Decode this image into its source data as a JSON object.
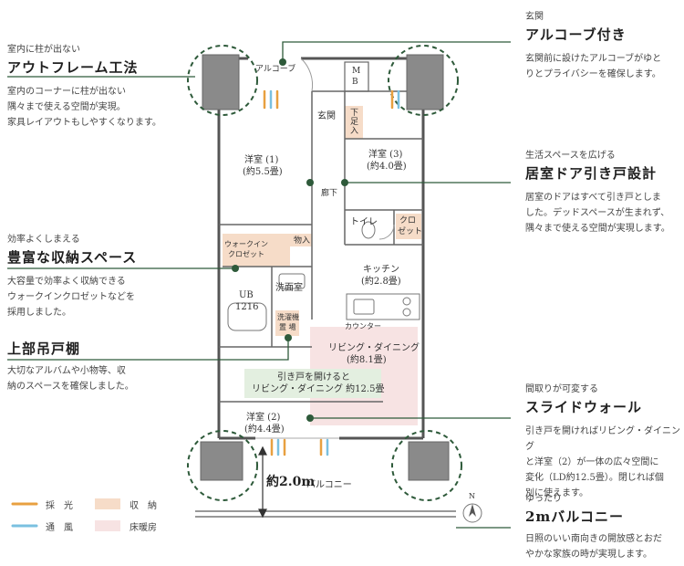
{
  "callouts": {
    "outframe": {
      "small": "室内に柱が出ない",
      "title": "アウトフレーム工法",
      "desc": [
        "室内のコーナーに柱が出ない",
        "隅々まで使える空間が実現。",
        "家具レイアウトもしやすくなります。"
      ]
    },
    "alcove": {
      "small": "玄関",
      "title": "アルコーブ付き",
      "desc": [
        "玄関前に設けたアルコーブがゆと",
        "りとプライバシーを確保します。"
      ]
    },
    "sliding_door": {
      "small": "生活スペースを広げる",
      "title": "居室ドア引き戸設計",
      "desc": [
        "居室のドアはすべて引き戸としま",
        "した。デッドスペースが生まれず、",
        "隅々まで使える空間が実現します。"
      ]
    },
    "storage": {
      "small": "効率よくしまえる",
      "title": "豊富な収納スペース",
      "desc": [
        "大容量で効率よく収納できる",
        "ウォークインクロゼットなどを",
        "採用しました。"
      ]
    },
    "shelf": {
      "title": "上部吊戸棚",
      "desc": [
        "大切なアルバムや小物等、収",
        "納のスペースを確保しました。"
      ]
    },
    "slide_wall": {
      "small": "間取りが可変する",
      "title": "スライドウォール",
      "desc": [
        "引き戸を開ければリビング・ダイニング",
        "と洋室（2）が一体の広々空間に",
        "変化（LD約12.5畳）。閉じれば個",
        "別に使えます。"
      ]
    },
    "balcony": {
      "small": "ゆったり",
      "title": "2mバルコニー",
      "desc": [
        "日照のいい南向きの開放感とおだ",
        "やかな家族の時が実現します。"
      ]
    }
  },
  "plan": {
    "alcove": "アルコーブ",
    "mb": [
      "M",
      "B"
    ],
    "genkan": "玄関",
    "shoe": [
      "下",
      "足",
      "入"
    ],
    "room1": [
      "洋室 (1)",
      "(約5.5畳)"
    ],
    "room3": [
      "洋室 (3)",
      "(約4.0畳)"
    ],
    "hall": "廊下",
    "toilet": "トイレ",
    "closet": [
      "クロ",
      "ゼット"
    ],
    "wic": [
      "ウォークイン",
      "クロゼット"
    ],
    "mono": "物入",
    "kitchen": [
      "キッチン",
      "(約2.8畳)"
    ],
    "ub": [
      "UB",
      "1216"
    ],
    "senmen": "洗面室",
    "laundry": [
      "洗濯機",
      "置 場"
    ],
    "counter": "カウンター",
    "ld": [
      "リビング・ダイニング",
      "(約8.1畳)"
    ],
    "slide_note": [
      "引き戸を開けると",
      "リビング・ダイニング 約12.5畳"
    ],
    "room2": [
      "洋室 (2)",
      "(約4.4畳)"
    ],
    "balcony": "バルコニー",
    "depth": "約2.0m",
    "north": "N"
  },
  "legend": {
    "light": "採　光",
    "wind": "通　風",
    "storage": "収　納",
    "floor_heat": "床暖房"
  },
  "colors": {
    "accent": "#2e5a3a",
    "storage": "#f6dcc8",
    "floor_heat": "#f7e3e3",
    "slide_area": "#e3efe0",
    "light": "#e8a040",
    "wind": "#7ac0e0"
  }
}
